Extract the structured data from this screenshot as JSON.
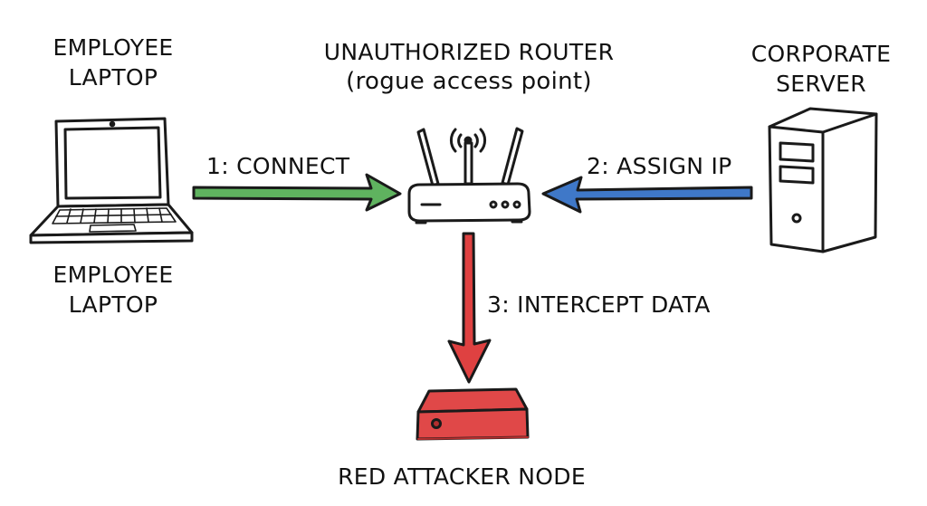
{
  "nodes": {
    "employee_laptop": {
      "title_lines": [
        "EMPLOYEE",
        "LAPTOP"
      ],
      "caption_lines": [
        "EMPLOYEE",
        "LAPTOP"
      ],
      "icon": "laptop-icon"
    },
    "router": {
      "title": "UNAUTHORIZED ROUTER",
      "subtitle": "(rogue access point)",
      "icon": "wireless-router-icon"
    },
    "server": {
      "title_lines": [
        "CORPORATE",
        "SERVER"
      ],
      "icon": "server-tower-icon"
    },
    "attacker": {
      "title": "RED ATTACKER NODE",
      "icon": "network-appliance-icon"
    }
  },
  "flows": [
    {
      "label": "1: CONNECT",
      "from": "employee_laptop",
      "to": "router",
      "color": "#5fb35f"
    },
    {
      "label": "2: ASSIGN IP",
      "from": "server",
      "to": "router",
      "color": "#3f78c8"
    },
    {
      "label": "3: INTERCEPT DATA",
      "from": "router",
      "to": "attacker",
      "color": "#df4141"
    }
  ],
  "colors": {
    "ink": "#1a1a1a",
    "attacker_fill": "#e04848",
    "attacker_dark": "#b32e2e"
  }
}
